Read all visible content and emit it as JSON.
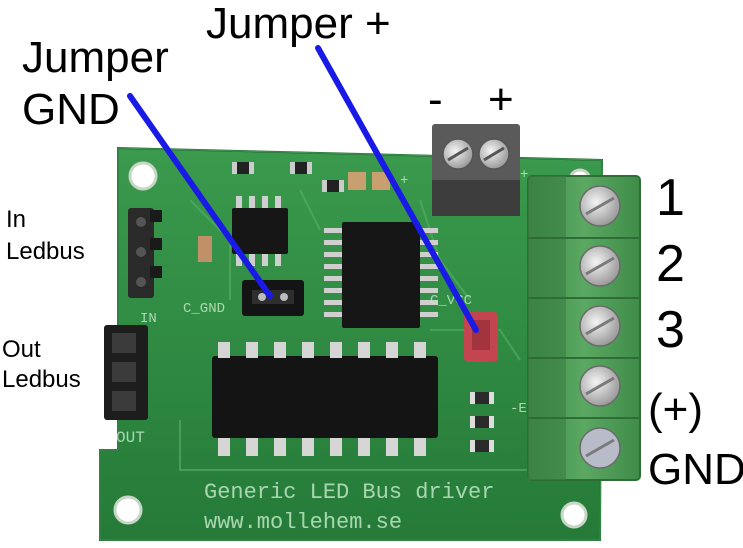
{
  "labels": {
    "jumper_plus": "Jumper +",
    "jumper_gnd_line1": "Jumper",
    "jumper_gnd_line2": "GND",
    "terminal_minus": "-",
    "terminal_plus": "+",
    "in_line1": "In",
    "in_line2": "Ledbus",
    "out_line1": "Out",
    "out_line2": "Ledbus",
    "terminal_1": "1",
    "terminal_2": "2",
    "terminal_3": "3",
    "terminal_plus_paren": "(+)",
    "terminal_gnd": "GND"
  },
  "silkscreen": {
    "c_gnd": "C_GND",
    "c_vcc": "C_VCC",
    "in": "IN",
    "out": "OUT",
    "plus_1": "+",
    "plus_2": "+",
    "minus_e": "-E",
    "board_title": "Generic LED Bus driver",
    "board_url": "www.mollehem.se"
  },
  "colors": {
    "pcb_green": "#2f8f43",
    "terminal_green": "#4d9a55",
    "pointer_blue": "#1a1ae6",
    "jumper_red": "#c2454f"
  }
}
